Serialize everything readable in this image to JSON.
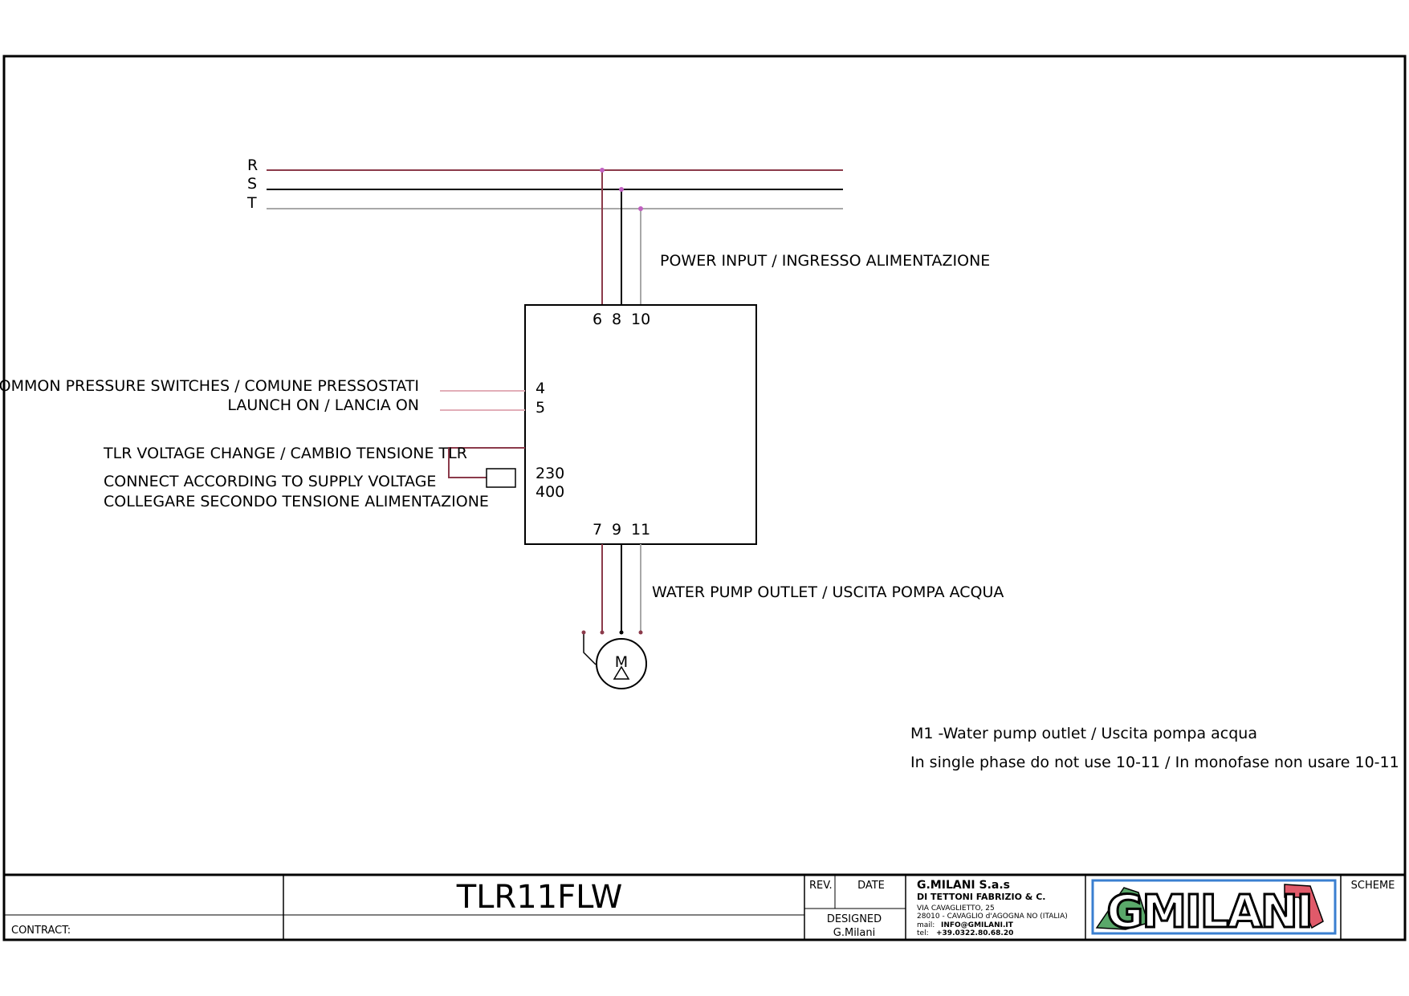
{
  "phases": [
    "R",
    "S",
    "T"
  ],
  "labels": {
    "power_input": "POWER INPUT / INGRESSO ALIMENTAZIONE",
    "common_pressure": "COMMON PRESSURE SWITCHES / COMUNE PRESSOSTATI",
    "launch_on": "LAUNCH ON / LANCIA ON",
    "tlr_voltage": "TLR VOLTAGE CHANGE / CAMBIO TENSIONE TLR",
    "connect_1": "CONNECT ACCORDING TO SUPPLY VOLTAGE",
    "connect_2": "COLLEGARE SECONDO TENSIONE ALIMENTAZIONE",
    "water_pump_outlet": "WATER PUMP OUTLET / USCITA POMPA ACQUA"
  },
  "terminals": {
    "top": [
      "6",
      "8",
      "10"
    ],
    "bottom": [
      "7",
      "9",
      "11"
    ],
    "t4": "4",
    "t5": "5",
    "v230": "230",
    "v400": "400"
  },
  "motor": {
    "label": "M"
  },
  "notes": {
    "line1": "M1 -Water pump outlet / Uscita pompa acqua",
    "line2": "In single phase do not use 10-11 / In monofase non usare 10-11"
  },
  "wire_colors": {
    "R": "#8b3a4a",
    "S": "#000000",
    "T": "#a8a8a8",
    "low_voltage": "#e2aeb8",
    "junction": "#c060c0"
  },
  "title_block": {
    "contract_label": "CONTRACT:",
    "drawing_title": "TLR11FLW",
    "rev_label": "REV.",
    "date_label": "DATE",
    "designed_label": "DESIGNED",
    "designer": "G.Milani",
    "company_line1": "G.MILANI S.a.s",
    "company_line2": "DI TETTONI FABRIZIO & C.",
    "address1": "VIA CAVAGLIETTO, 25",
    "address2": "28010 - CAVAGLIO d'AGOGNA NO (ITALIA)",
    "mail_label": "mail:",
    "mail": "INFO@GMILANI.IT",
    "tel_label": "tel:",
    "tel": "+39.0322.80.68.20",
    "logo_text": "GMILANI",
    "scheme_label": "SCHEME"
  }
}
